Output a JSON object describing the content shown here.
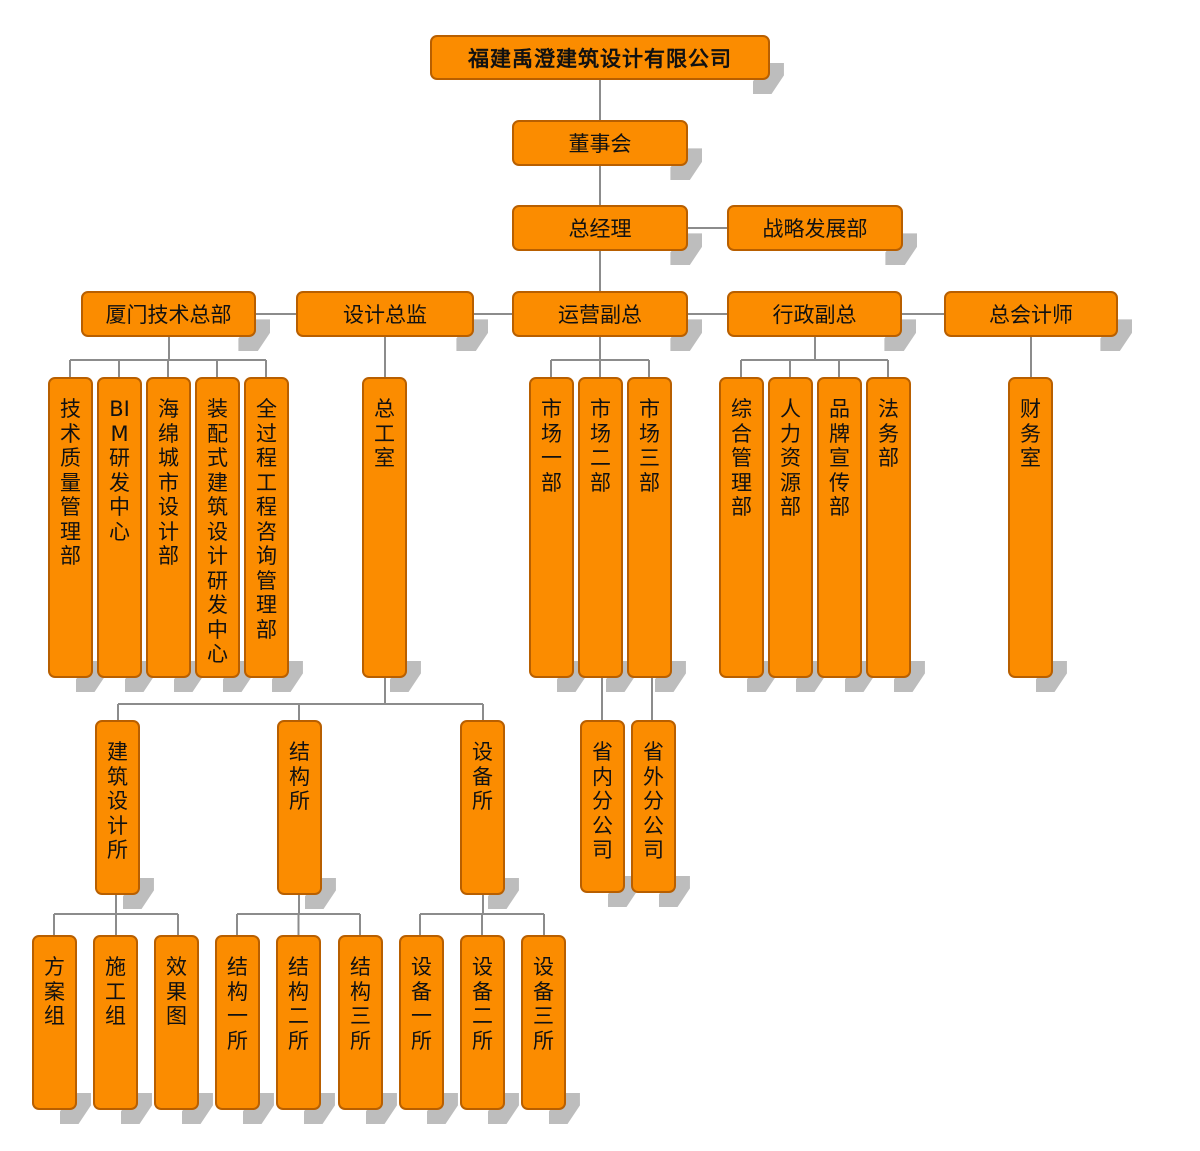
{
  "colors": {
    "box_fill": "#FB8C00",
    "box_border": "#B85F00",
    "connector": "#8C8C8C",
    "shadow": "#BDBDBD"
  },
  "company": "福建禹澄建筑设计有限公司",
  "board": "董事会",
  "general_manager": "总经理",
  "strategy_dept": "战略发展部",
  "xiamen_hq": {
    "name": "厦门技术总部",
    "departments": [
      "技术质量管理部",
      "BIM研发中心",
      "海绵城市设计部",
      "装配式建筑设计研发中心",
      "全过程工程咨询管理部"
    ]
  },
  "design_director": {
    "name": "设计总监",
    "office": "总工室",
    "institutes": [
      {
        "name": "建筑设计所",
        "groups": [
          "方案组",
          "施工组",
          "效果图"
        ]
      },
      {
        "name": "结构所",
        "groups": [
          "结构一所",
          "结构二所",
          "结构三所"
        ]
      },
      {
        "name": "设备所",
        "groups": [
          "设备一所",
          "设备二所",
          "设备三所"
        ]
      }
    ]
  },
  "operations_vp": {
    "name": "运营副总",
    "markets": [
      "市场一部",
      "市场二部",
      "市场三部"
    ],
    "branches": [
      "省内分公司",
      "省外分公司"
    ]
  },
  "admin_vp": {
    "name": "行政副总",
    "departments": [
      "综合管理部",
      "人力资源部",
      "品牌宣传部",
      "法务部"
    ]
  },
  "chief_accountant": {
    "name": "总会计师",
    "departments": [
      "财务室"
    ]
  }
}
